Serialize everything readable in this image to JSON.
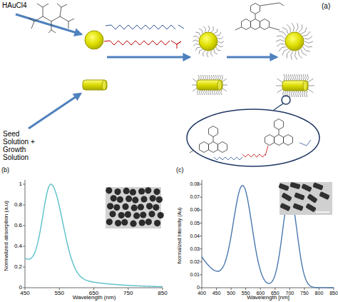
{
  "diagram": {
    "labels": [
      "HAuCl4",
      "Seed Solution + Growth Solution",
      "(a)",
      "(b)",
      "Normalized absorption (a.u)",
      "0",
      "0.2",
      "0.4",
      "0.6",
      "0.8",
      "1",
      "450",
      "550",
      "650",
      "750",
      "850",
      "Wavelength (nm)",
      "(c)",
      "Normalized Intensity (Au)",
      "0",
      "0.01",
      "0.02",
      "0.03",
      "0.04",
      "0.05",
      "0.06",
      "0.07",
      "0.08",
      "400",
      "450",
      "500",
      "550",
      "600",
      "650",
      "700",
      "750",
      "800",
      "850",
      "Wavelength [nm]"
    ]
  }
}
